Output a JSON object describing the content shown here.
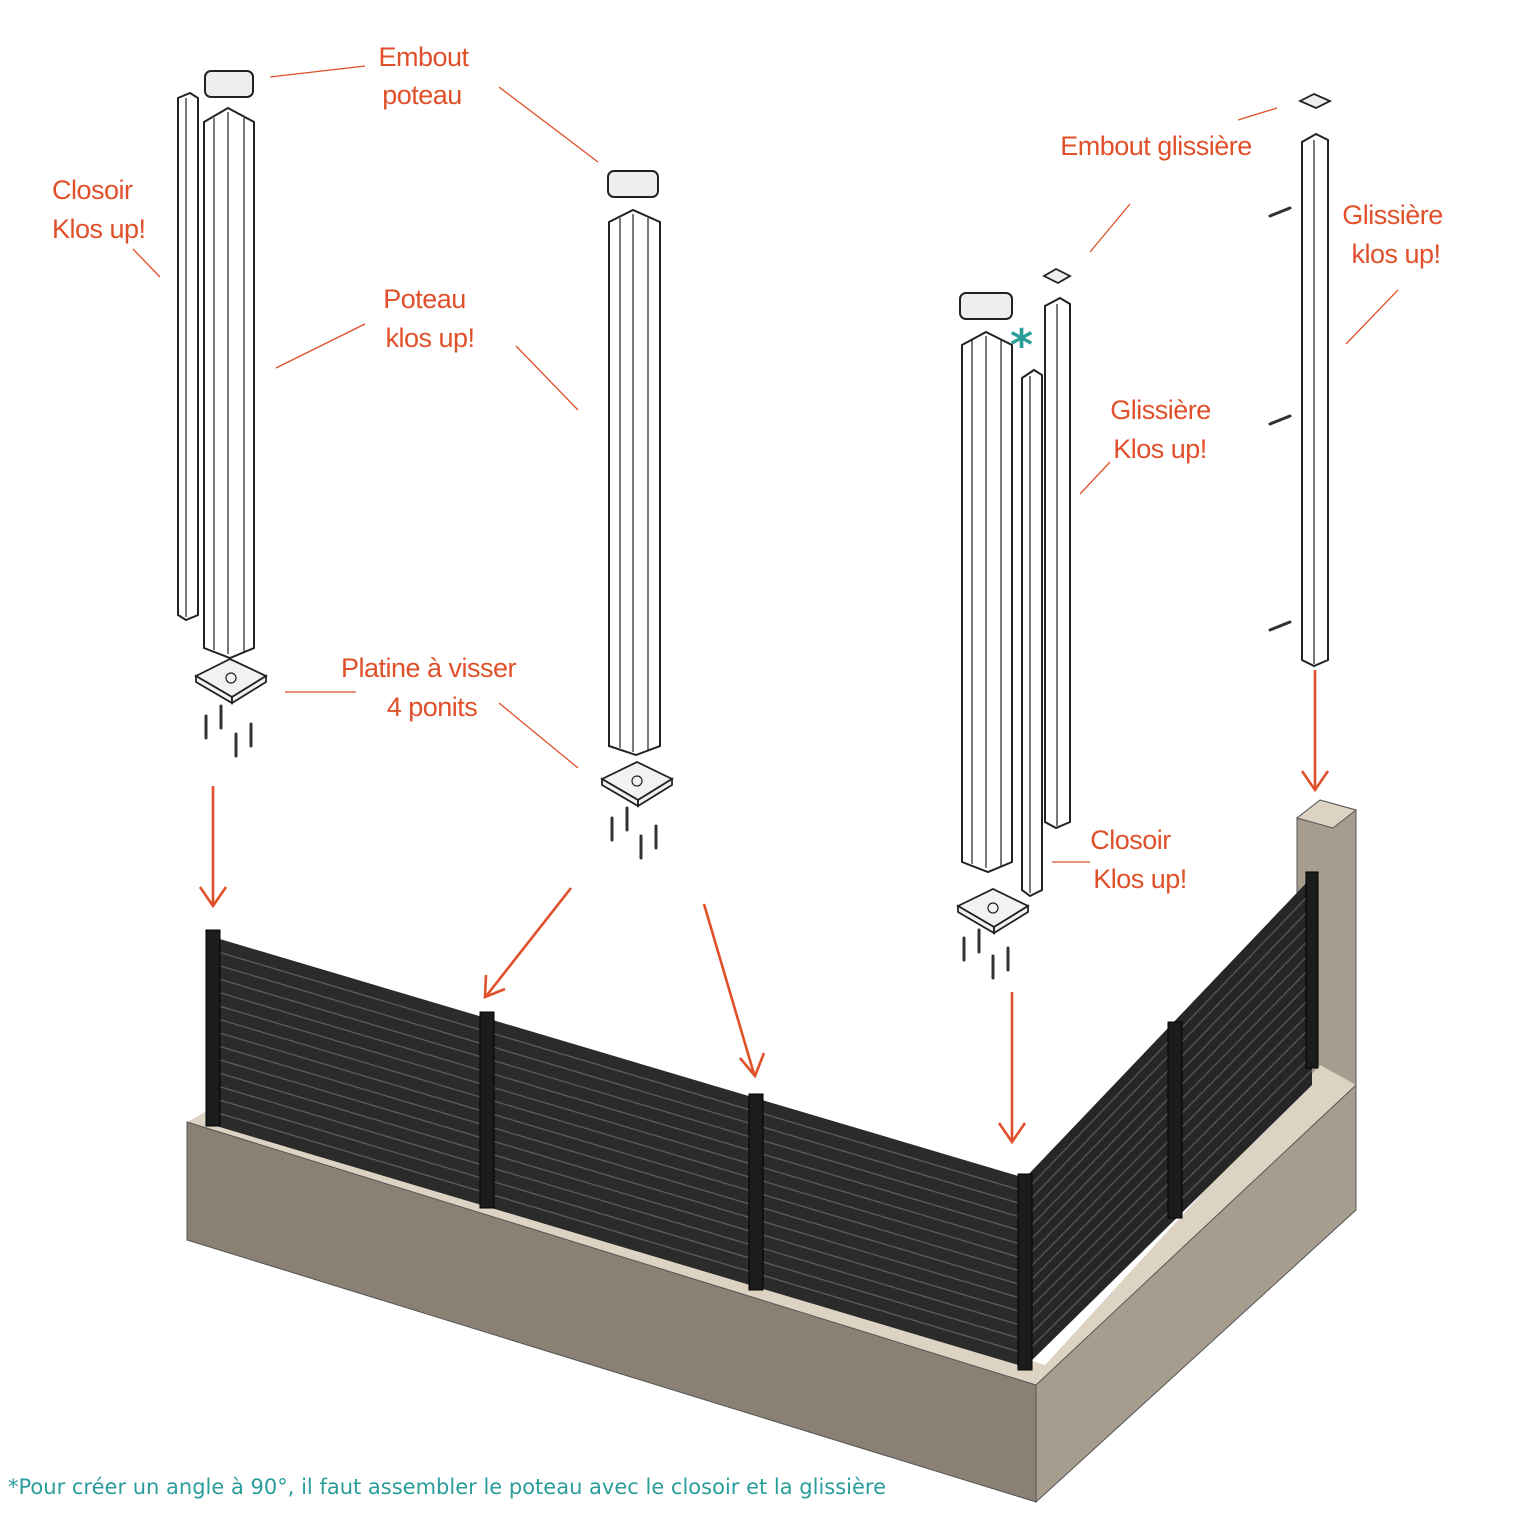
{
  "labels": {
    "embout_poteau": [
      "Embout",
      "poteau"
    ],
    "closoir_left": [
      "Closoir",
      "Klos up!"
    ],
    "poteau": [
      "Poteau",
      "klos up!"
    ],
    "platine": [
      "Platine à visser",
      "4 ponits"
    ],
    "embout_glissiere": "Embout  glissière",
    "glissiere_right": [
      "Glissière",
      "klos up!"
    ],
    "glissiere_mid": [
      "Glissière",
      "Klos up!"
    ],
    "closoir_right": [
      "Closoir",
      "Klos up!"
    ]
  },
  "asterisk": "*",
  "footnote": "*Pour créer un angle à 90°, il faut assembler le poteau avec le closoir et la glissière",
  "colors": {
    "label": "#e0502a",
    "footnote": "#2a9d9a",
    "panel": "#2b2b2b",
    "wall_front": "#8a8074",
    "wall_top": "#ddd3c3",
    "wall_side": "#a79d8f"
  }
}
